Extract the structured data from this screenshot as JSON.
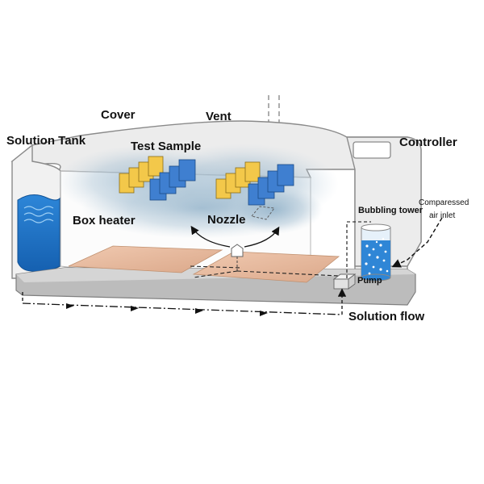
{
  "labels": {
    "cover": "Cover",
    "vent": "Vent",
    "solution_tank": "Solution Tank",
    "test_sample": "Test Sample",
    "controller": "Controller",
    "compressed_air_line1": "Comparessed",
    "compressed_air_line2": "air inlet",
    "bubbling_tower": "Bubbling tower",
    "box_heater": "Box heater",
    "nozzle": "Nozzle",
    "pump": "Pump",
    "solution_flow": "Solution flow"
  },
  "colors": {
    "chamber_body": "#e9e9e9",
    "chamber_outline": "#8a8a8a",
    "base_plate": "#b9b9b9",
    "base_shadow": "#8f8f8f",
    "solution_blue": "#1f74c8",
    "sample_yellow": "#f3c84a",
    "sample_blue": "#3f7fd0",
    "fog": "#9ab6cc",
    "heater_pad": "#e6b99d",
    "bubble_fill": "#cfe5f5"
  },
  "icons": {
    "flow_arrow": "arrow-right-icon",
    "air_flow_arrow": "arrow-down-left-icon"
  }
}
